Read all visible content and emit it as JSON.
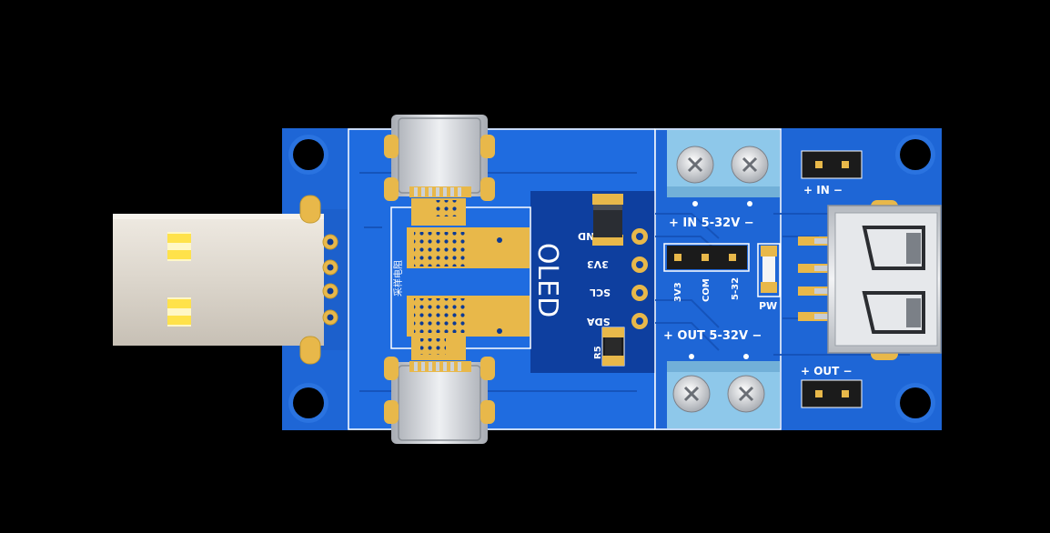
{
  "board": {
    "colors": {
      "background": "#000000",
      "pcb": "#1e66d6",
      "pcb_dark": "#0f3f9e",
      "copper_pad": "#e8b84a",
      "silkscreen": "#ffffff",
      "terminal_block": "#8ec8ea",
      "usb_plug": "#dcd6cc",
      "connector_metal": "#c8cbd0"
    },
    "labels": {
      "oled": "OLED",
      "gnd": "GND",
      "v33": "3V3",
      "scl": "SCL",
      "sda": "SDA",
      "r5": "R5",
      "sense_resistor": "采样电阻",
      "in_terminal": "+ IN 5-32V −",
      "out_terminal": "+ OUT 5-32V −",
      "header_3v3": "3V3",
      "header_com": "COM",
      "header_532": "5-32",
      "pw": "PW",
      "in_jumper": "+ IN −",
      "out_jumper": "+ OUT −"
    }
  }
}
